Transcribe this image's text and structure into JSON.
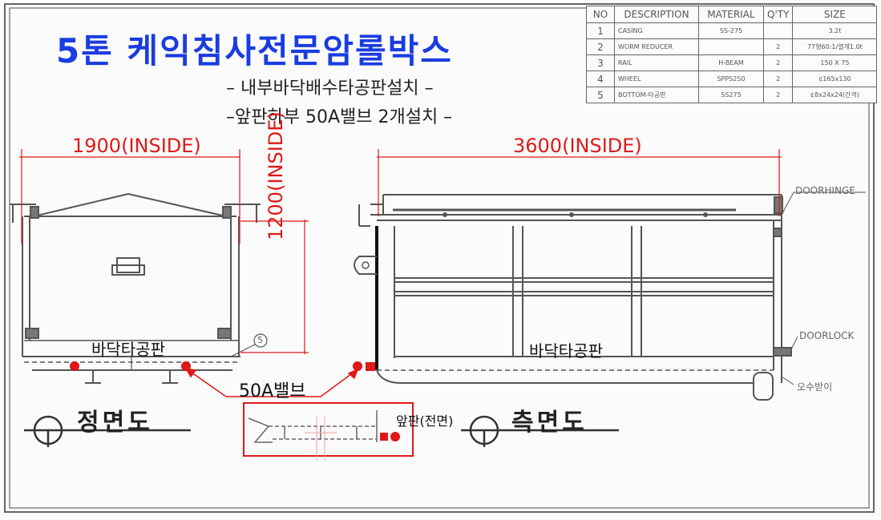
{
  "title": "5톤 케익침사전문암롤박스",
  "notes": [
    "– 내부바닥배수타공판설치 –",
    "–앞판하부 50A밸브 2개설치 –"
  ],
  "bom": {
    "headers": [
      "NO",
      "DESCRIPTION",
      "MATERIAL",
      "Q'TY",
      "SIZE"
    ],
    "rows": [
      [
        "1",
        "CASING",
        "SS-275",
        "",
        "3.2t"
      ],
      [
        "2",
        "WORM REDUCER",
        "",
        "2",
        "77형60:1/열개1.0t"
      ],
      [
        "3",
        "RAIL",
        "H-BEAM",
        "2",
        "150 X 75"
      ],
      [
        "4",
        "WHEEL",
        "SPPS250",
        "2",
        "¢165x130"
      ],
      [
        "5",
        "BOTTOM-타공판",
        "SS275",
        "2",
        "¢8x24x24(간격)"
      ]
    ]
  },
  "front_view": {
    "width_dim": "1900(INSIDE)",
    "height_dim": "1200(INSIDE)",
    "floor_label": "바닥타공판",
    "view_name": "정면도",
    "item_callout": "5"
  },
  "side_view": {
    "length_dim": "3600(INSIDE)",
    "floor_label": "바닥타공판",
    "view_name": "측면도",
    "door_hinge": "DOORHINGE",
    "door_lock": "DOORLOCK",
    "drain_pan": "오수받이"
  },
  "valve": {
    "label": "50A밸브",
    "detail_label": "앞판(전면)"
  },
  "colors": {
    "title": "#1a3de0",
    "dimension": "#e01818",
    "valve_marker": "#e01818",
    "drawing_line": "#555555"
  }
}
